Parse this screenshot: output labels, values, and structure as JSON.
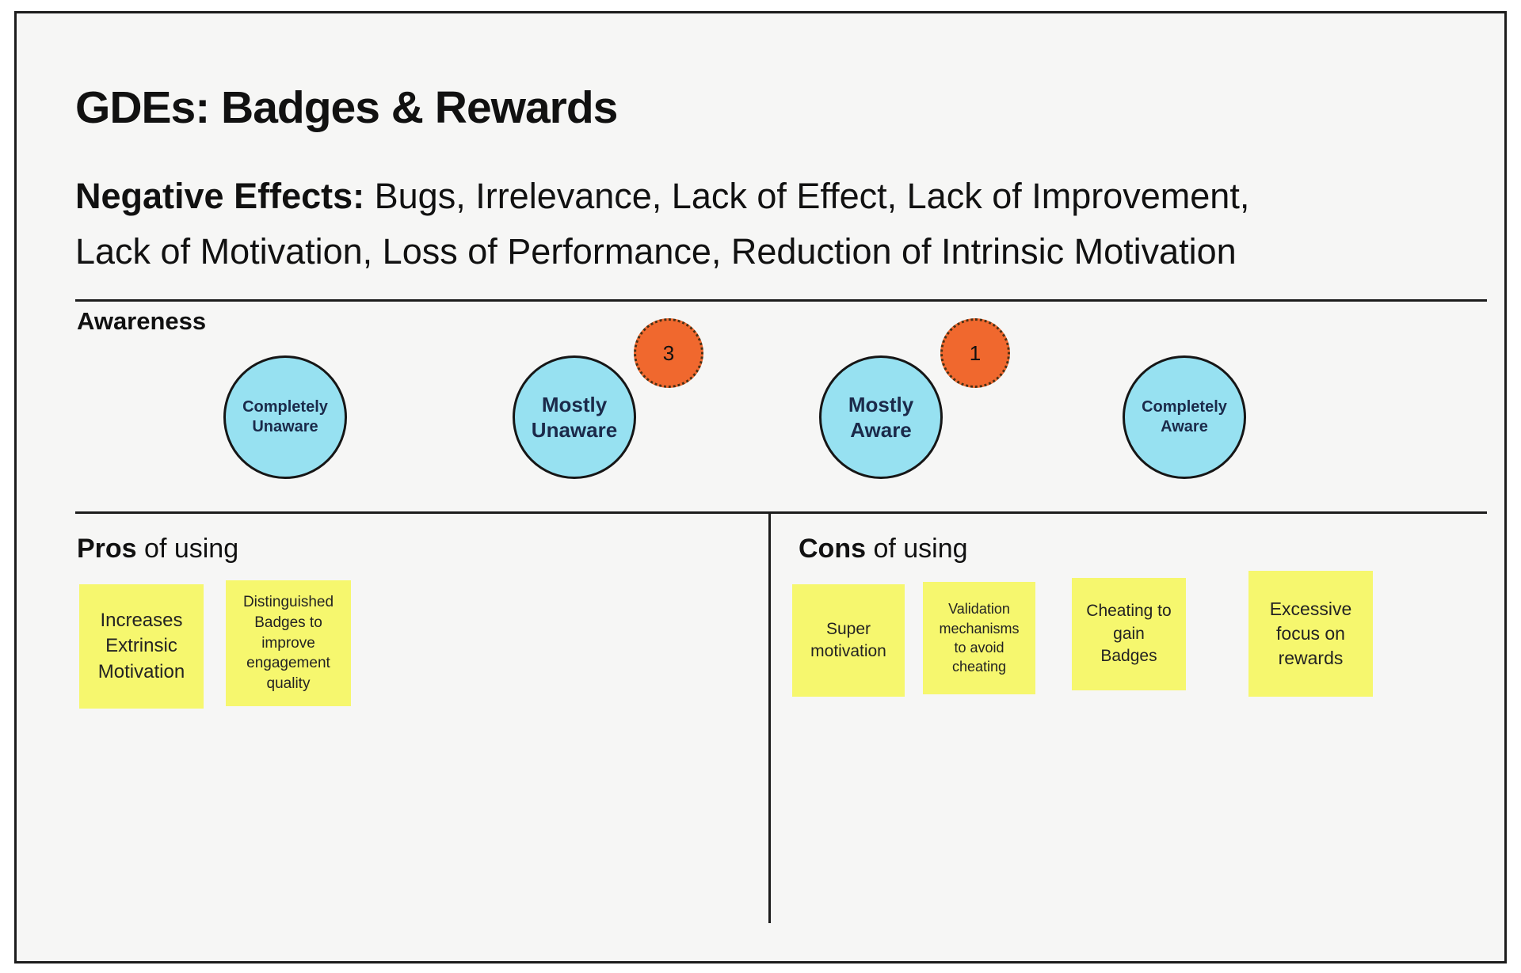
{
  "page": {
    "title": "GDEs: Badges & Rewards",
    "subtitle": {
      "bold": "Negative Effects:",
      "line1_rest": " Bugs, Irrelevance, Lack of Effect, Lack of Improvement,",
      "line2": "Lack of Motivation, Loss of Performance, Reduction of Intrinsic Motivation"
    }
  },
  "awareness": {
    "label": "Awareness",
    "levels": [
      {
        "label": "Completely\nUnaware",
        "badge": null
      },
      {
        "label": "Mostly\nUnaware",
        "badge": "3"
      },
      {
        "label": "Mostly\nAware",
        "badge": "1"
      },
      {
        "label": "Completely\nAware",
        "badge": null
      }
    ]
  },
  "pros": {
    "heading_bold": "Pros",
    "heading_rest": " of using",
    "notes": [
      "Increases\nExtrinsic\nMotivation",
      "Distinguished\nBadges to\nimprove\nengagement\nquality"
    ]
  },
  "cons": {
    "heading_bold": "Cons",
    "heading_rest": " of using",
    "notes": [
      "Super\nmotivation",
      "Validation\nmechanisms\nto avoid\ncheating",
      "Cheating to\ngain\nBadges",
      "Excessive\nfocus  on\nrewards"
    ]
  },
  "colors": {
    "canvas_bg": "#F6F6F5",
    "outer_bg": "#FFFFFF",
    "line": "#1C1C1C",
    "circle_fill": "#97E1F1",
    "circle_border": "#161616",
    "circle_text": "#1B2A4A",
    "badge_fill": "#F0682E",
    "badge_border": "#4A3015",
    "badge_text": "#111111",
    "note_fill": "#F6F76E",
    "note_text": "#232323",
    "heading_text": "#111111"
  }
}
